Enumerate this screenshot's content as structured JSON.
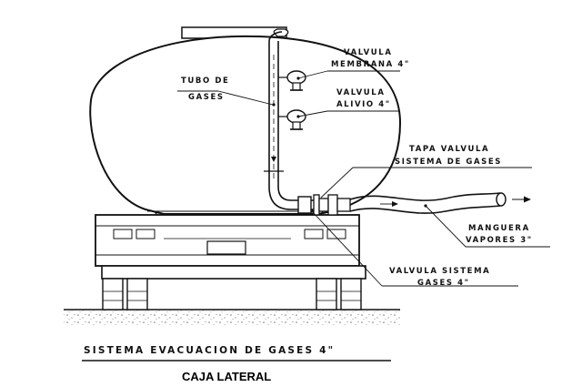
{
  "labels": {
    "tubo_line1": "TUBO DE",
    "tubo_line2": "GASES",
    "valvula_membrana_line1": "VALVULA",
    "valvula_membrana_line2": "MEMBRANA 4\"",
    "valvula_alivio_line1": "VALVULA",
    "valvula_alivio_line2": "ALIVIO 4\"",
    "tapa_line1": "TAPA VALVULA",
    "tapa_line2": "SISTEMA DE GASES",
    "manguera_line1": "MANGUERA",
    "manguera_line2": "VAPORES 3\"",
    "valvula_sistema_line1": "VALVULA SISTEMA",
    "valvula_sistema_line2": "GASES 4\""
  },
  "title": "SISTEMA EVACUACION DE GASES 4\"",
  "subtitle": "CAJA LATERAL"
}
